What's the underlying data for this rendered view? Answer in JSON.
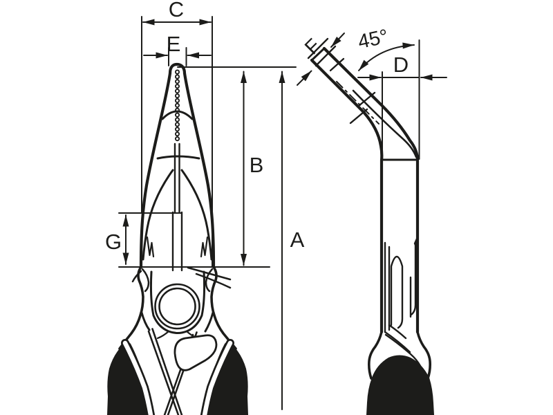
{
  "diagram": {
    "labels": {
      "overall_length": "A",
      "jaw_length": "B",
      "head_width": "C",
      "head_depth": "D",
      "tip_width": "E",
      "tip_thickness": "F",
      "box_joint_depth": "G",
      "bend_angle": "45°"
    },
    "colors": {
      "line": "#1c1c1a",
      "background": "#ffffff"
    }
  }
}
